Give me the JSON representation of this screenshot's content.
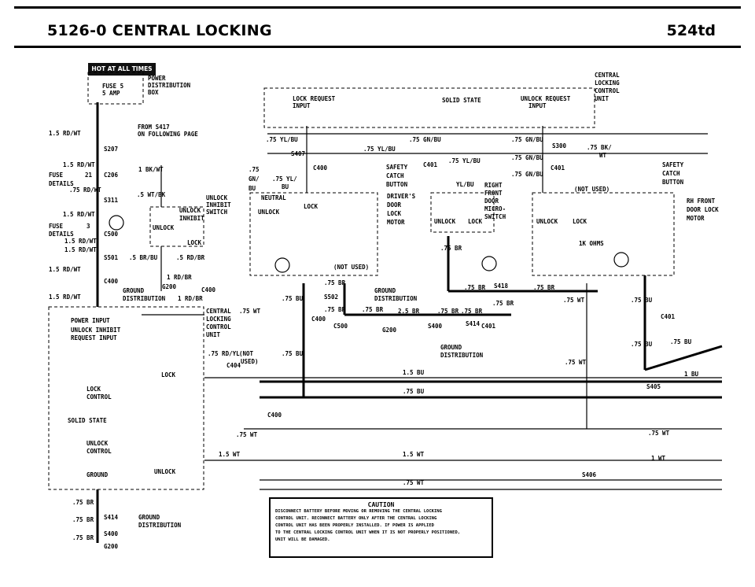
{
  "header": {
    "title": "5126-0  CENTRAL LOCKING",
    "model": "524td"
  },
  "hot_label": "HOT AT ALL TIMES",
  "caution": {
    "title": "CAUTION",
    "lines": [
      "DISCONNECT BATTERY BEFORE MOVING OR REMOVING THE CENTRAL LOCKING",
      "CONTROL UNIT. RECONNECT BATTERY ONLY AFTER THE CENTRAL LOCKING",
      "CONTROL UNIT HAS BEEN PROPERLY INSTALLED. IF POWER IS APPLIED",
      "TO THE CENTRAL LOCKING CONTROL UNIT WHEN IT IS NOT PROPERLY POSITIONED,",
      "UNIT WILL BE DAMAGED."
    ]
  },
  "labels": {
    "fuse5": "FUSE 5",
    "amp": "5 AMP",
    "power_dist": "POWER",
    "power_dist2": "DISTRIBUTION",
    "power_dist3": "BOX",
    "from_s417": "FROM S417",
    "on_following": "ON FOLLOWING PAGE",
    "rd_wt1": "1.5 RD/WT",
    "s207": "S207",
    "rd_wt2": "1.5 RD/WT",
    "fuse21": "FUSE",
    "fuse21n": "21",
    "c206": "C206",
    "details": "DETAILS",
    "rd_wt075": ".75 RD/WT",
    "s311": "S311",
    "rd_wt3": "1.5 RD/WT",
    "fuse3": "FUSE",
    "fuse3n": "3",
    "details2": "DETAILS",
    "c500": "C500",
    "rd_wt4": "1.5 RD/WT",
    "rd_wt5": "1.5 RD/WT",
    "s501": "S501",
    "rd_wt6": "1.5 RD/WT",
    "c400a": "C400",
    "rd_wt7": "1.5 RD/WT",
    "bk_wt": "1 BK/WT",
    "wt_bk": ".5 WT/BK",
    "unlock_inhibit": "UNLOCK",
    "unlock_inhibit2": "INHIBIT",
    "unlock_inhibit3": "SWITCH",
    "unlock_sw": "UNLOCK",
    "inhibit_sw": "INHIBIT",
    "unlock_sw2": "UNLOCK",
    "lock_sw": "LOCK",
    "br_bu": ".5 BR/BU",
    "rd_br": ".5 RD/BR",
    "rd_br1": "1 RD/BR",
    "g200": "G200",
    "c400b": "C400",
    "ground": "GROUND",
    "distribution": "DISTRIBUTION",
    "rd_br2": "1 RD/BR",
    "ccu1": "CENTRAL",
    "ccu2": "LOCKING",
    "ccu3": "CONTROL",
    "ccu4": "UNIT",
    "wt075": ".75 WT",
    "power_input": "POWER INPUT",
    "unlock_inhibit_in": "UNLOCK INHIBIT",
    "request_input": "REQUEST INPUT",
    "lock_control": "LOCK",
    "lock_control2": "CONTROL",
    "solid_state": "SOLID STATE",
    "unlock_control": "UNLOCK",
    "unlock_control2": "CONTROL",
    "ground2": "GROUND",
    "lock_lbl": "LOCK",
    "unlock_lbl": "UNLOCK",
    "rd_yl": ".75 RD/YL",
    "not_used": "(NOT",
    "used": "USED)",
    "c404": "C404",
    "lock_request": "LOCK REQUEST",
    "input": "INPUT",
    "solid_state2": "SOLID STATE",
    "unlock_request": "UNLOCK REQUEST",
    "input2": "INPUT",
    "ccu_r1": "CENTRAL",
    "ccu_r2": "LOCKING",
    "ccu_r3": "CONTROL",
    "ccu_r4": "UNIT",
    "yl_bu": ".75 YL/BU",
    "gn_bu": ".75 GN/BU",
    "gn_bu2": ".75 GN/BU",
    "s407": "S407",
    "yl_bu2": ".75 YL/BU",
    "c401": "C401",
    "yl_bu3": ".75 YL/BU",
    "s300": "S300",
    "gn_bu3": ".75 GN/BU",
    "bk_wt2": ".75 BK/",
    "wt2": "WT",
    "c400c": "C400",
    "gn_yl": ".75",
    "gn_yl2": "GN/",
    "gn_yl3": "BU",
    "yl_": ".75 YL/",
    "bu": "BU",
    "safety": "SAFETY",
    "catch": "CATCH",
    "button": "BUTTON",
    "yl_bu4": "YL/BU",
    "right_front": "RIGHT",
    "front": "FRONT",
    "door": "DOOR",
    "micro": "MICRO-",
    "switch": "SWITCH",
    "c401b": "C401",
    "gn_bu4": ".75 GN/BU",
    "not_used2": "(NOT USED)",
    "safety2": "SAFETY",
    "catch2": "CATCH",
    "button2": "BUTTON",
    "neutral": "NEUTRAL",
    "lock2": "LOCK",
    "unlock3": "UNLOCK",
    "drivers": "DRIVER'S",
    "door_lock": "DOOR",
    "lock3": "LOCK",
    "motor": "MOTOR",
    "unlock4": "UNLOCK",
    "lock4": "LOCK",
    "unlock5": "UNLOCK",
    "lock5": "LOCK",
    "rh_front": "RH FRONT",
    "door_lock2": "DOOR LOCK",
    "motor2": "MOTOR",
    "ohms": "1K OHMS",
    "br075": ".75 BR",
    "not_used3": "(NOT USED)",
    "br_a": ".75 BR",
    "s502": "S502",
    "ground3": "GROUND",
    "distribution3": "DISTRIBUTION",
    "br_b": ".75 BR",
    "br_c": ".75 BR",
    "br_d": "2.5 BR",
    "br_e": ".75 BR",
    "br_f": ".75 BR",
    "br_g": ".75 BR",
    "s418": "S418",
    "br_h": ".75 BR",
    "br_i": ".75 BR",
    "c500b": "C500",
    "g200b": "G200",
    "s400": "S400",
    "s414": "S414",
    "c401c": "C401",
    "ground4": "GROUND",
    "distribution4": "DISTRIBUTION",
    "bu_a": ".75 BU",
    "bu_b": ".75 BU",
    "c400d": "C400",
    "bu_c": ".75 BU",
    "bu_d": "1.5 BU",
    "bu_e": ".75 BU",
    "wt_a": ".75 WT",
    "wt_b": ".75 WT",
    "bu_f": ".75 BU",
    "c401d": "C401",
    "bu_g": ".75 BU",
    "bu_h": ".75 BU",
    "bu_i": "1 BU",
    "s405": "S405",
    "c400e": "C400",
    "wt_c": ".75 WT",
    "wt_d": "1.5 WT",
    "wt_e": "1.5 WT",
    "wt_f": ".75 WT",
    "wt_g": "1 WT",
    "s406": "S406",
    "wt_h": ".75 WT",
    "br_j": ".75 BR",
    "s414b": "S414",
    "br_k": ".75 BR",
    "s400b": "S400",
    "br_l": ".75 BR",
    "g200c": "G200",
    "ground5": "GROUND",
    "distribution5": "DISTRIBUTION"
  }
}
